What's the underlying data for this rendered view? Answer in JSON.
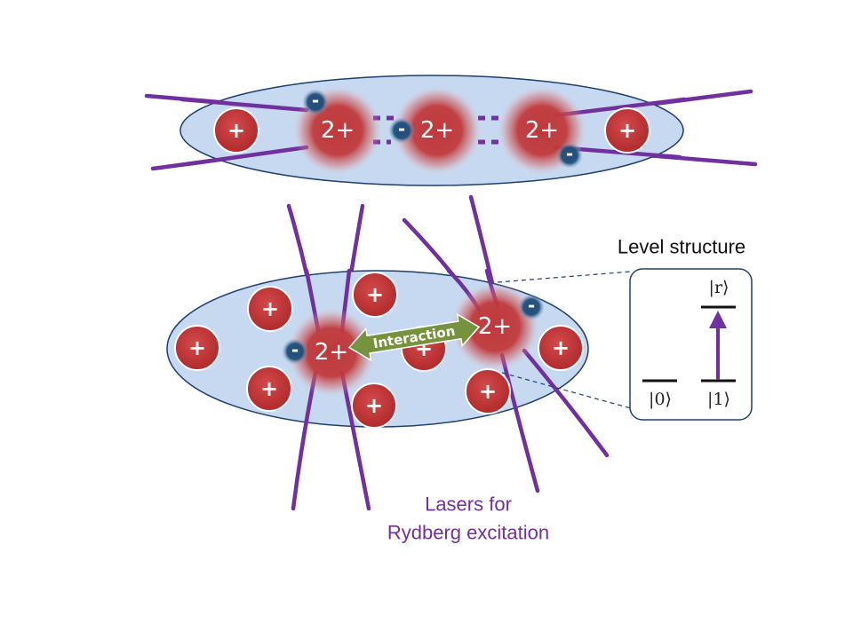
{
  "labels": {
    "single_ion": "+",
    "double_ion": "2+",
    "electron": "-",
    "interaction": "Interaction"
  },
  "level_structure": {
    "title": "Level structure",
    "ground_state_0": "|0⟩",
    "ground_state_1": "|1⟩",
    "rydberg_state": "|r⟩"
  },
  "caption": {
    "line1": "Lasers for",
    "line2": "Rydberg excitation"
  },
  "colors": {
    "laser": "#7030a0",
    "ion": "#c0393b",
    "cloud": "#c6d9f1",
    "electron": "#1f4e79",
    "interaction_arrow": "#76923c"
  }
}
